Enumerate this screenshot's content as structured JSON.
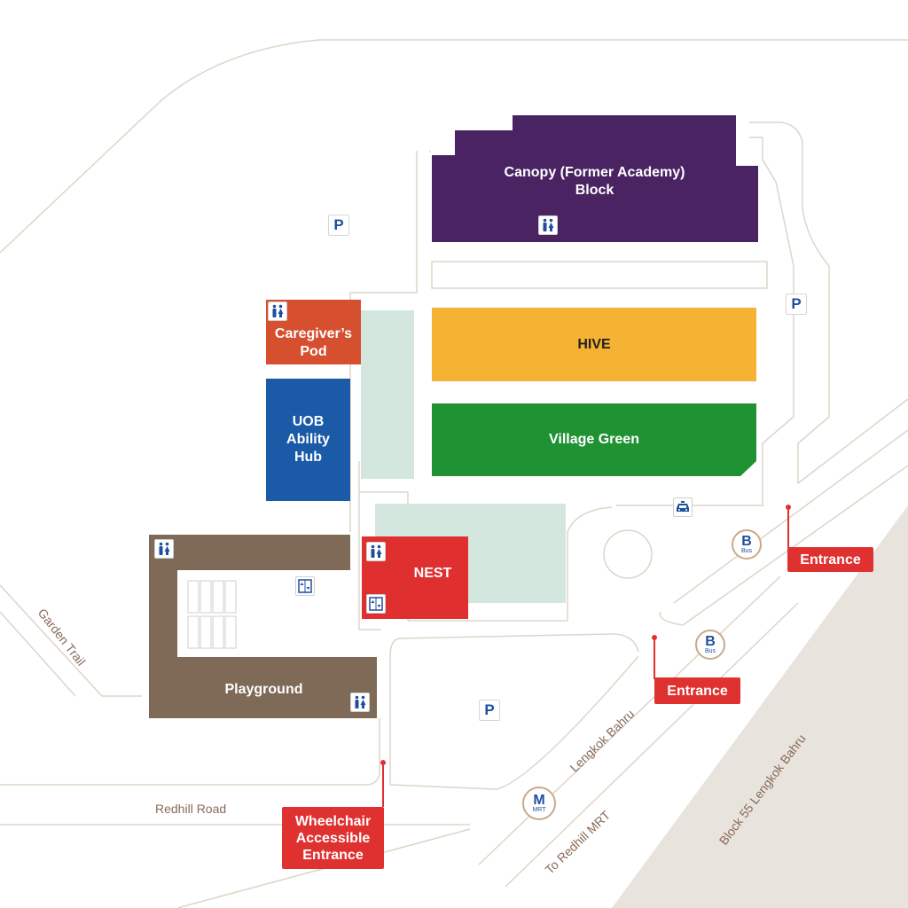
{
  "buildings": {
    "canopy": "Canopy (Former Academy)\nBlock",
    "hive": "HIVE",
    "village_green": "Village Green",
    "caregivers_pod": "Caregiver’s\nPod",
    "uob_ability_hub": "UOB\nAbility\nHub",
    "nest": "NEST",
    "playground": "Playground"
  },
  "roads": {
    "garden_trail": "Garden Trail",
    "redhill_road": "Redhill Road",
    "lengkok_bahru": "Lengkok Bahru",
    "to_redhill_mrt": "To Redhill MRT",
    "block_55": "Block 55 Lengkok Bahru"
  },
  "entrances": {
    "entrance_1": "Entrance",
    "entrance_2": "Entrance",
    "wheelchair": "Wheelchair\nAccessible\nEntrance"
  },
  "parking_label": "P",
  "bus_stop": {
    "letter": "B",
    "caption": "Bus"
  },
  "mrt_stop": {
    "letter": "M",
    "caption": "MRT"
  },
  "icons": [
    "toilet-icon",
    "lift-icon",
    "taxi-icon",
    "parking-icon",
    "bus-stop-icon",
    "mrt-icon"
  ],
  "colors": {
    "canopy": "#4a2462",
    "hive": "#f5b233",
    "village_green": "#1f9234",
    "caregivers_pod": "#d6502f",
    "uob_ability_hub": "#1a5aa6",
    "nest": "#df2f2f",
    "playground": "#7f6a58",
    "courtyard": "#d3e7df",
    "entrance": "#e03131",
    "icon_blue": "#1f4f9c",
    "road_line": "#ddd5c8",
    "block_area": "#e8e3dc"
  }
}
